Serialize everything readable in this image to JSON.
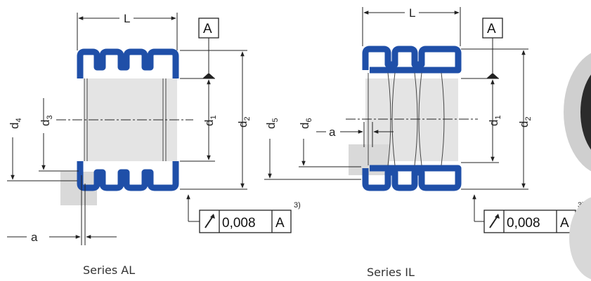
{
  "left_drawing": {
    "series_label": "Series AL",
    "dim_length": "L",
    "datum_box": "A",
    "dim_d1": "d",
    "dim_d1_sub": "1",
    "dim_d2": "d",
    "dim_d2_sub": "2",
    "dim_d3": "d",
    "dim_d3_sub": "3",
    "dim_d4": "d",
    "dim_d4_sub": "4",
    "dim_a": "a",
    "tolerance_value": "0,008",
    "tolerance_datum": "A",
    "footnote": "3)"
  },
  "right_drawing": {
    "series_label": "Series IL",
    "dim_length": "L",
    "datum_box": "A",
    "dim_d1": "d",
    "dim_d1_sub": "1",
    "dim_d2": "d",
    "dim_d2_sub": "2",
    "dim_d5": "d",
    "dim_d5_sub": "5",
    "dim_d6": "d",
    "dim_d6_sub": "6",
    "dim_a": "a",
    "tolerance_value": "0,008",
    "tolerance_datum": "A",
    "footnote": "3)"
  },
  "colors": {
    "bellows": "#1f4fa8",
    "fill": "#e4e4e4",
    "line": "#222222"
  }
}
